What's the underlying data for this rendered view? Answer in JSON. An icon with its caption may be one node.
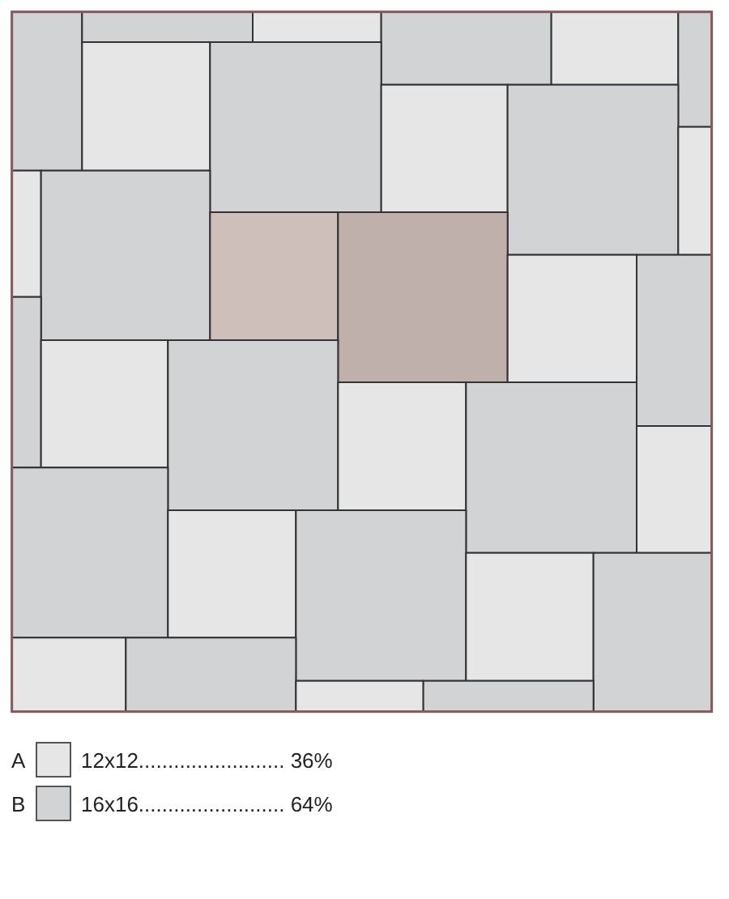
{
  "diagram": {
    "labels": [
      "A",
      "B"
    ],
    "legend": [
      {
        "text": "12x12......................... 36%",
        "color": "#e6e6e6"
      },
      {
        "text": "16x16......................... 64%",
        "color": "#d2d3d5"
      }
    ]
  }
}
